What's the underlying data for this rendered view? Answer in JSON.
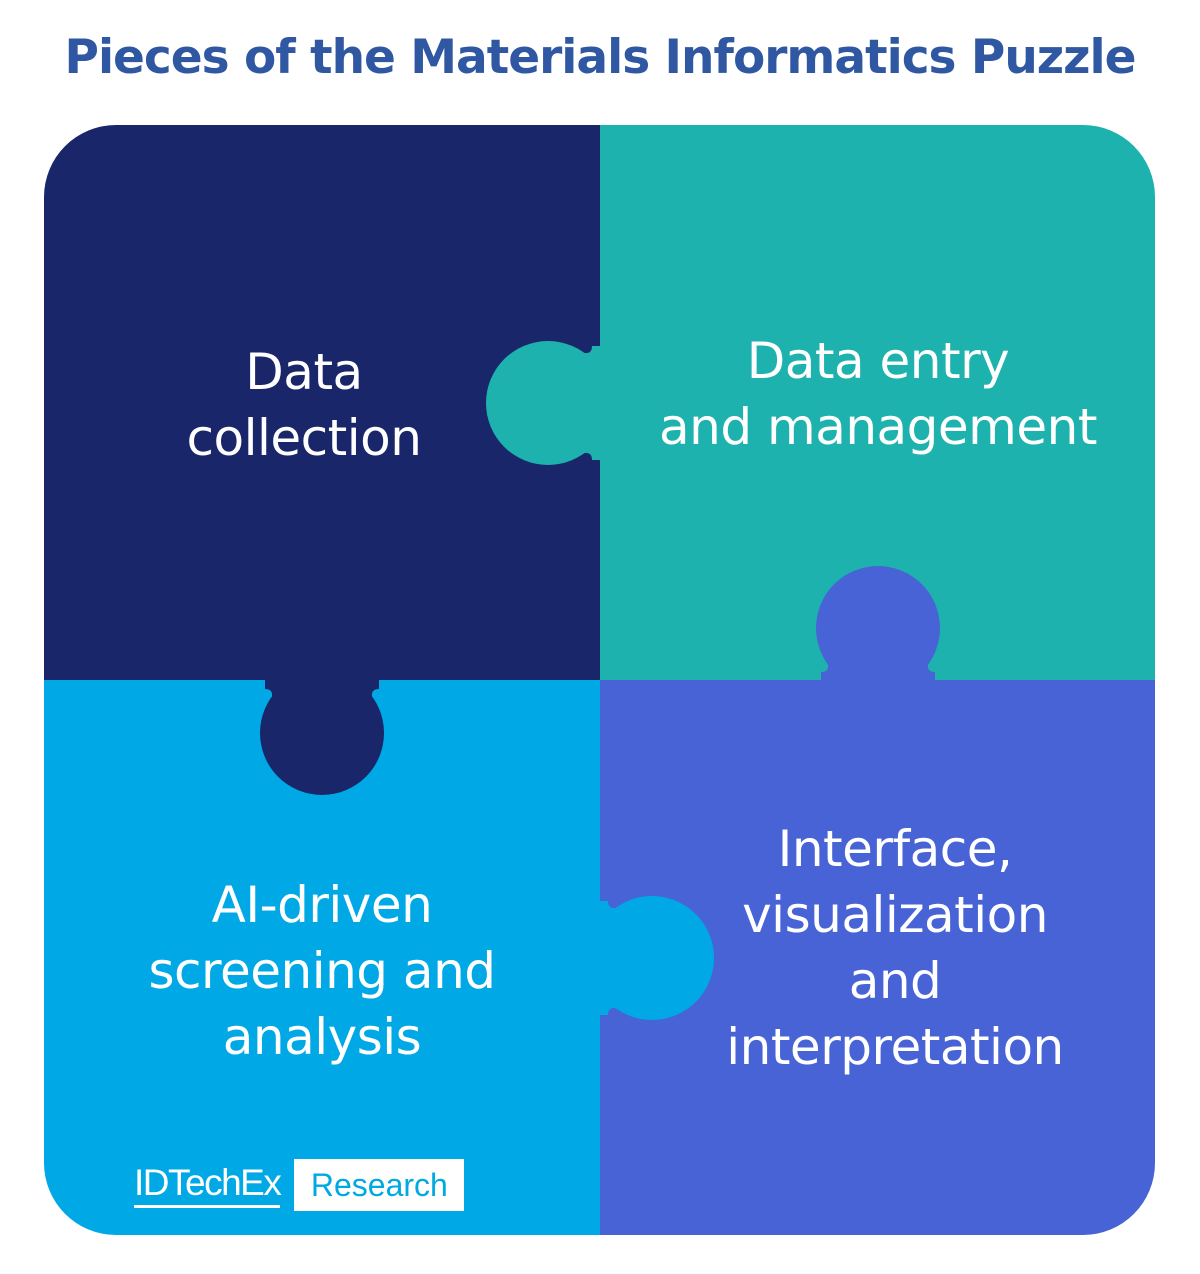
{
  "title": "Pieces of the Materials Informatics Puzzle",
  "colors": {
    "title": "#2F57A2",
    "piece_top_left": "#19266A",
    "piece_top_right": "#1EB2AE",
    "piece_bottom_left": "#00A9E5",
    "piece_bottom_right": "#4763D6",
    "text": "#FFFFFF"
  },
  "pieces": [
    {
      "position": "top-left",
      "lines": [
        "Data",
        "collection"
      ]
    },
    {
      "position": "top-right",
      "lines": [
        "Data entry",
        "and management"
      ]
    },
    {
      "position": "bottom-left",
      "lines": [
        "AI-driven",
        "screening and",
        "analysis"
      ]
    },
    {
      "position": "bottom-right",
      "lines": [
        "Interface,",
        "visualization",
        "and",
        "interpretation"
      ]
    }
  ],
  "logo": {
    "brand": "IDTechEx",
    "tag": "Research"
  }
}
